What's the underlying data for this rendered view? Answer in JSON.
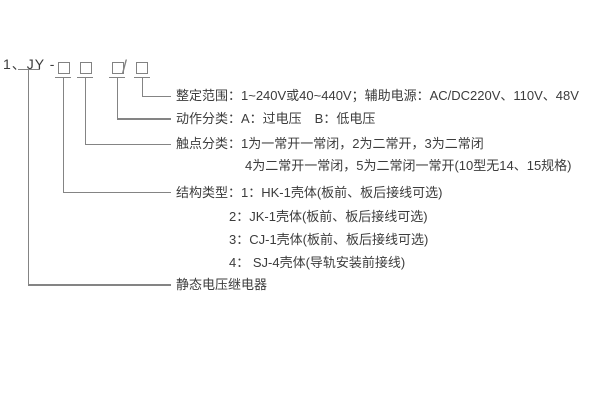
{
  "diagram": {
    "header": {
      "prefix": "1、JY -",
      "separator": "/"
    },
    "callouts": {
      "setting_range": "整定范围：1~240V或40~440V；辅助电源：AC/DC220V、110V、48V",
      "action_class": "动作分类：A：过电压　B：低电压",
      "contact_class_line1": "触点分类：1为一常开一常闭，2为二常开，3为二常闭",
      "contact_class_line2": "4为二常开一常闭，5为二常闭一常开(10型无14、15规格)",
      "structure_type_line1": "结构类型：1：HK-1壳体(板前、板后接线可选)",
      "structure_type_line2": "2：JK-1壳体(板前、板后接线可选)",
      "structure_type_line3": "3：CJ-1壳体(板前、板后接线可选)",
      "structure_type_line4": "4： SJ-4壳体(导轨安装前接线)",
      "product_name": "静态电压继电器"
    },
    "colors": {
      "background": "#ffffff",
      "line": "#848484",
      "text": "#3c3c3c"
    }
  }
}
